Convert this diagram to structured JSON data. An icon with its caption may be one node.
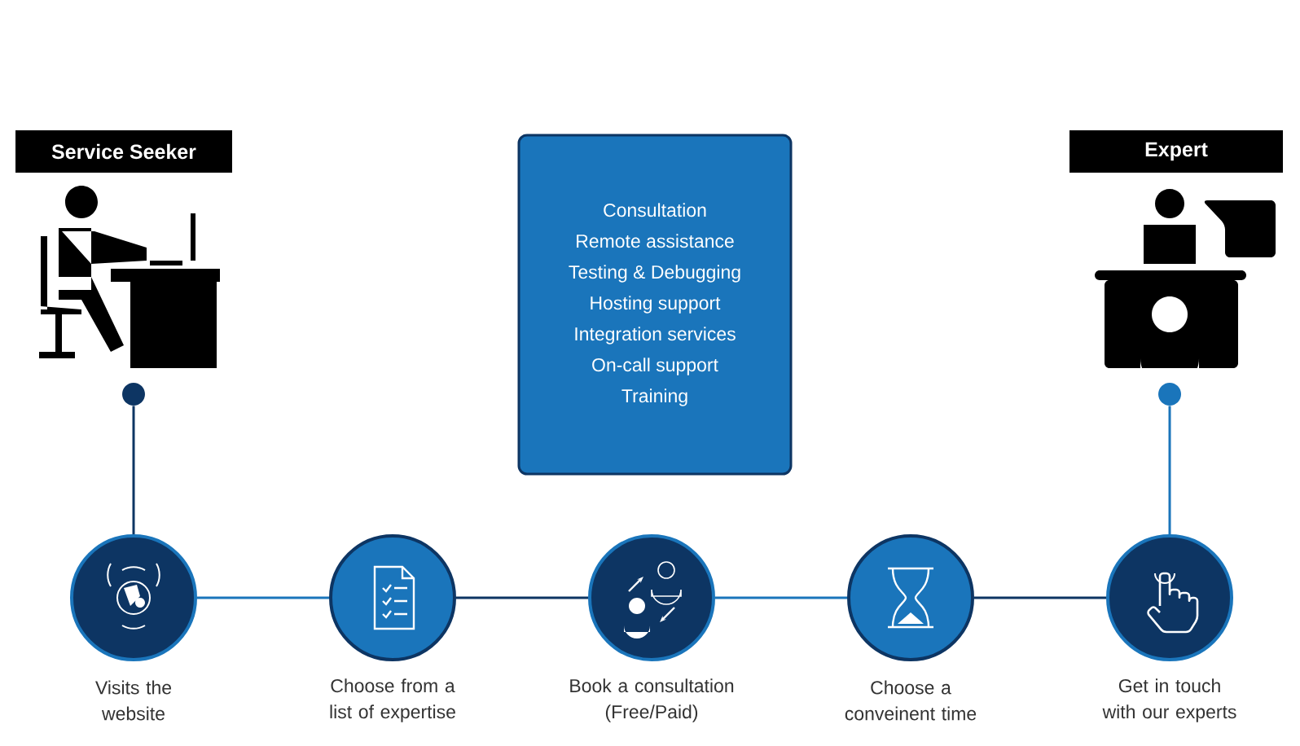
{
  "diagram": {
    "nodes": [
      {
        "text": [
          "Service Seeker"
        ]
      },
      {
        "text": [
          "Expert"
        ]
      },
      {
        "text": [
          "Consultation",
          "Remote assistance",
          "Testing & Debugging",
          "Hosting support",
          "Integration services",
          "On-call support",
          "Training"
        ]
      },
      {
        "text": [],
        "shape": "circle"
      },
      {
        "text": [],
        "shape": "circle"
      },
      {
        "text": [],
        "shape": "circle",
        "beside": [
          "Visits the website"
        ]
      },
      {
        "text": [],
        "shape": "circle",
        "beside": [
          "Choose from a list of expertise"
        ]
      },
      {
        "text": [],
        "shape": "circle",
        "beside": [
          "Book a consultation (Free/Paid)"
        ]
      },
      {
        "text": [],
        "shape": "circle",
        "beside": [
          "Choose a conveinent time"
        ]
      },
      {
        "text": [],
        "shape": "circle",
        "beside": [
          "Get in touch with our experts"
        ]
      }
    ],
    "edges": [
      {
        "from": 3,
        "to": 5,
        "arrow": "none",
        "color": "#0d3563"
      },
      {
        "from": 5,
        "to": 6,
        "arrow": "none",
        "color": "#1a75bb"
      },
      {
        "from": 6,
        "to": 7,
        "arrow": "none",
        "color": "#0d3563"
      },
      {
        "from": 7,
        "to": 8,
        "arrow": "none",
        "color": "#1a75bb"
      },
      {
        "from": 8,
        "to": 9,
        "arrow": "none",
        "color": "#0d3563"
      },
      {
        "from": 4,
        "to": 9,
        "arrow": "none",
        "color": "#1a75bb"
      }
    ]
  }
}
